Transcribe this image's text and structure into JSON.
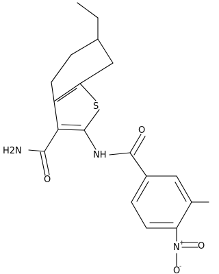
{
  "molecule": {
    "atoms": {
      "S": "S",
      "H2N": "H2N",
      "O_amide": "O",
      "NH": "NH",
      "O_benzamide": "O",
      "N_nitro": "N",
      "N_plus": "+",
      "O_nitro_top": "O",
      "O_nitro_right": "O",
      "O_minus": "-"
    }
  }
}
